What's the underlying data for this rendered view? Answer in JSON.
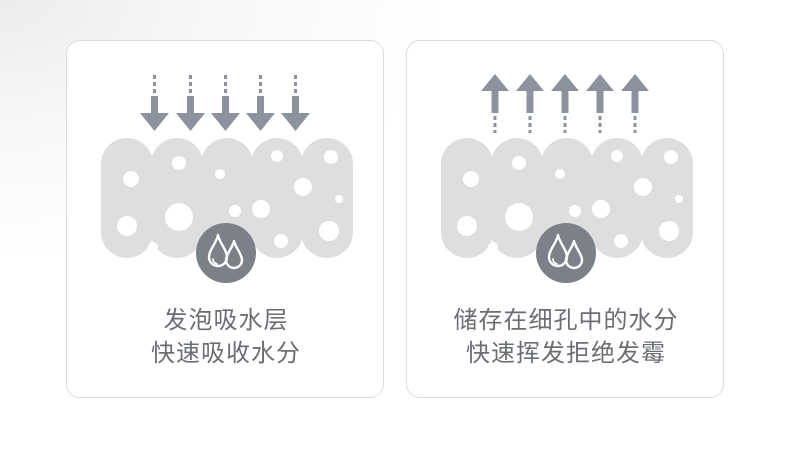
{
  "colors": {
    "arrow": "#8c939e",
    "foam": "#dedede",
    "pore": "#ffffff",
    "badge": "#7b8089",
    "text": "#6b6e74",
    "border": "#dcdcdc"
  },
  "cards": [
    {
      "arrow_direction": "down",
      "badge_icon": "water-drops-icon",
      "caption_line1": "发泡吸水层",
      "caption_line2": "快速吸收水分"
    },
    {
      "arrow_direction": "up",
      "badge_icon": "water-drops-icon",
      "caption_line1": "储存在细孔中的水分",
      "caption_line2": "快速挥发拒绝发霉"
    }
  ]
}
